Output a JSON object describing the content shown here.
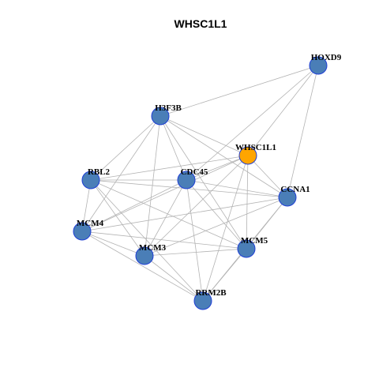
{
  "title": "WHSC1L1",
  "colors": {
    "node": "#4a7eb7",
    "highlight": "#ffa500",
    "node_border": "#1f3fd6",
    "edge": "#b3b3b3"
  },
  "nodes": [
    {
      "id": "HOXD9",
      "label": "HOXD9",
      "highlight": false
    },
    {
      "id": "H3F3B",
      "label": "H3F3B",
      "highlight": false
    },
    {
      "id": "WHSC1L1",
      "label": "WHSC1L1",
      "highlight": true
    },
    {
      "id": "RBL2",
      "label": "RBL2",
      "highlight": false
    },
    {
      "id": "CDC45",
      "label": "CDC45",
      "highlight": false
    },
    {
      "id": "CCNA1",
      "label": "CCNA1",
      "highlight": false
    },
    {
      "id": "MCM4",
      "label": "MCM4",
      "highlight": false
    },
    {
      "id": "MCM3",
      "label": "MCM3",
      "highlight": false
    },
    {
      "id": "MCM5",
      "label": "MCM5",
      "highlight": false
    },
    {
      "id": "RRM2B",
      "label": "RRM2B",
      "highlight": false
    }
  ],
  "edges": [
    [
      "HOXD9",
      "H3F3B"
    ],
    [
      "HOXD9",
      "CDC45"
    ],
    [
      "HOXD9",
      "WHSC1L1"
    ],
    [
      "HOXD9",
      "CCNA1"
    ],
    [
      "H3F3B",
      "WHSC1L1"
    ],
    [
      "H3F3B",
      "RBL2"
    ],
    [
      "H3F3B",
      "CDC45"
    ],
    [
      "H3F3B",
      "CCNA1"
    ],
    [
      "H3F3B",
      "MCM4"
    ],
    [
      "H3F3B",
      "MCM3"
    ],
    [
      "H3F3B",
      "MCM5"
    ],
    [
      "WHSC1L1",
      "RBL2"
    ],
    [
      "WHSC1L1",
      "CDC45"
    ],
    [
      "WHSC1L1",
      "CCNA1"
    ],
    [
      "WHSC1L1",
      "MCM4"
    ],
    [
      "WHSC1L1",
      "MCM3"
    ],
    [
      "WHSC1L1",
      "MCM5"
    ],
    [
      "WHSC1L1",
      "RRM2B"
    ],
    [
      "RBL2",
      "CDC45"
    ],
    [
      "RBL2",
      "CCNA1"
    ],
    [
      "RBL2",
      "MCM4"
    ],
    [
      "RBL2",
      "MCM3"
    ],
    [
      "RBL2",
      "MCM5"
    ],
    [
      "RBL2",
      "RRM2B"
    ],
    [
      "CDC45",
      "CCNA1"
    ],
    [
      "CDC45",
      "MCM4"
    ],
    [
      "CDC45",
      "MCM3"
    ],
    [
      "CDC45",
      "MCM5"
    ],
    [
      "CDC45",
      "RRM2B"
    ],
    [
      "CCNA1",
      "MCM4"
    ],
    [
      "CCNA1",
      "MCM3"
    ],
    [
      "CCNA1",
      "MCM5"
    ],
    [
      "CCNA1",
      "RRM2B"
    ],
    [
      "MCM4",
      "MCM3"
    ],
    [
      "MCM4",
      "MCM5"
    ],
    [
      "MCM4",
      "RRM2B"
    ],
    [
      "MCM3",
      "MCM5"
    ],
    [
      "MCM3",
      "RRM2B"
    ],
    [
      "MCM5",
      "RRM2B"
    ]
  ]
}
